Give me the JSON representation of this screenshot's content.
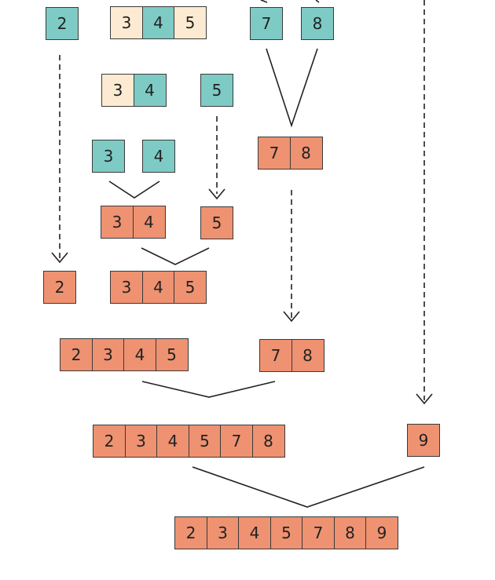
{
  "colors": {
    "teal": "#7ecbc6",
    "cream": "#fcebd2",
    "orange": "#ee9271",
    "line": "#222222"
  },
  "nodes": [
    {
      "id": "n-2-top",
      "color": "teal",
      "values": [
        "2"
      ]
    },
    {
      "id": "n-345-top",
      "color": "cream",
      "values": [
        "3",
        "4",
        "5"
      ]
    },
    {
      "id": "n-7-top",
      "color": "teal",
      "values": [
        "7"
      ]
    },
    {
      "id": "n-8-top",
      "color": "teal",
      "values": [
        "8"
      ]
    },
    {
      "id": "n-34-split",
      "color": "cream",
      "values": [
        "3",
        "4"
      ]
    },
    {
      "id": "n-5-split",
      "color": "teal",
      "values": [
        "5"
      ]
    },
    {
      "id": "n-3-leaf",
      "color": "teal",
      "values": [
        "3"
      ]
    },
    {
      "id": "n-4-leaf",
      "color": "teal",
      "values": [
        "4"
      ]
    },
    {
      "id": "n-78-merged",
      "color": "orange",
      "values": [
        "7",
        "8"
      ]
    },
    {
      "id": "n-34-merged",
      "color": "orange",
      "values": [
        "3",
        "4"
      ]
    },
    {
      "id": "n-5-merged",
      "color": "orange",
      "values": [
        "5"
      ]
    },
    {
      "id": "n-2-merged",
      "color": "orange",
      "values": [
        "2"
      ]
    },
    {
      "id": "n-345-merged",
      "color": "orange",
      "values": [
        "3",
        "4",
        "5"
      ]
    },
    {
      "id": "n-2345",
      "color": "orange",
      "values": [
        "2",
        "3",
        "4",
        "5"
      ]
    },
    {
      "id": "n-78-low",
      "color": "orange",
      "values": [
        "7",
        "8"
      ]
    },
    {
      "id": "n-234578",
      "color": "orange",
      "values": [
        "2",
        "3",
        "4",
        "5",
        "7",
        "8"
      ]
    },
    {
      "id": "n-9",
      "color": "orange",
      "values": [
        "9"
      ]
    },
    {
      "id": "n-final",
      "color": "orange",
      "values": [
        "2",
        "3",
        "4",
        "5",
        "7",
        "8",
        "9"
      ]
    }
  ]
}
